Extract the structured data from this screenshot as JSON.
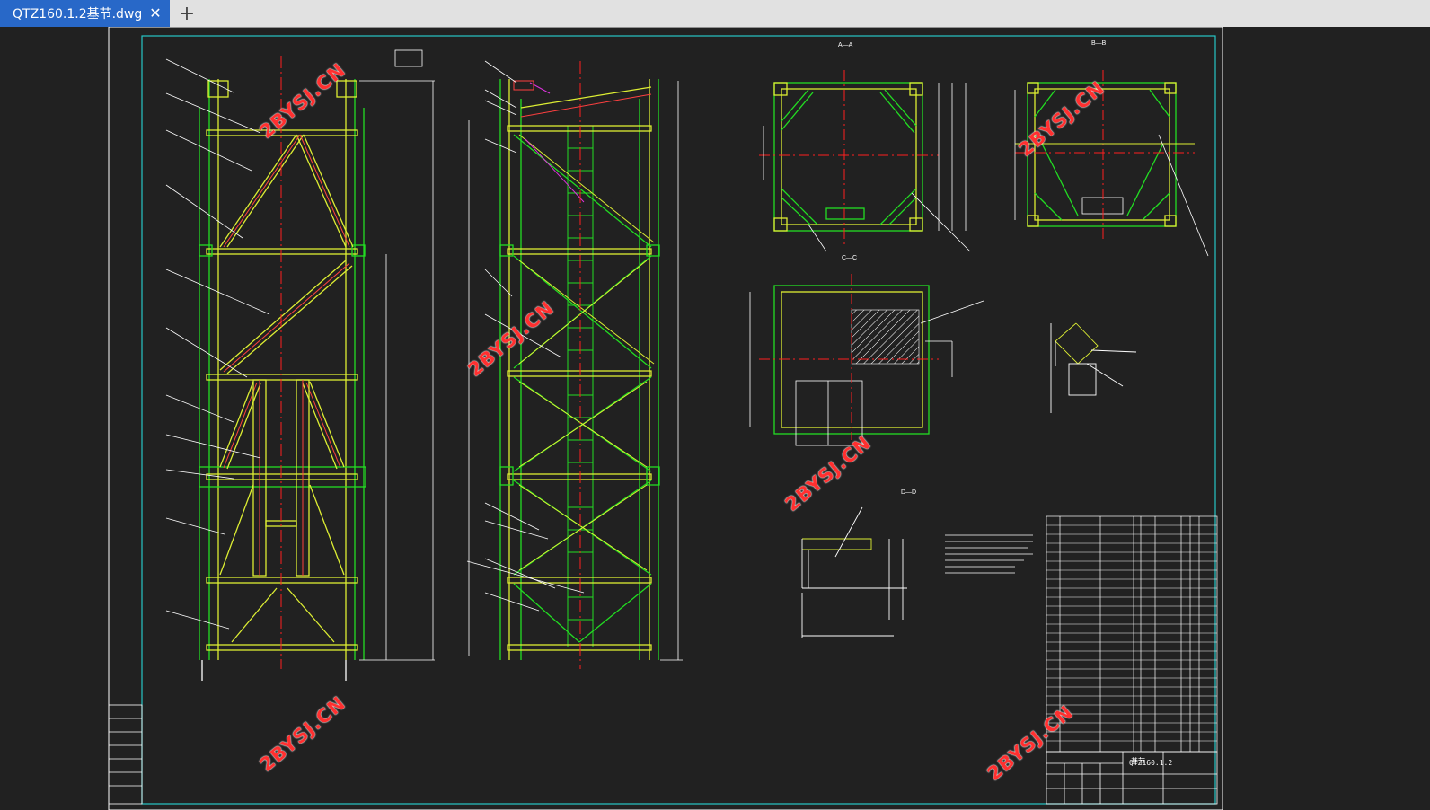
{
  "tab": {
    "title": "QTZ160.1.2基节.dwg",
    "close_glyph": "✕"
  },
  "add_tab_glyph": "+",
  "watermark": "2BYSJ.CN",
  "drawing": {
    "title_block_code": "QTZ160.1.2",
    "title_block_name": "基节",
    "section_labels": [
      "A—A",
      "B—B",
      "C—C",
      "D—D"
    ],
    "colors": {
      "frame": "#26c6c6",
      "primary": "#22dd22",
      "secondary": "#ddee33",
      "members": "#ff4040",
      "center": "#ff2020",
      "dims": "#ffffff",
      "accent": "#dd33dd"
    }
  }
}
